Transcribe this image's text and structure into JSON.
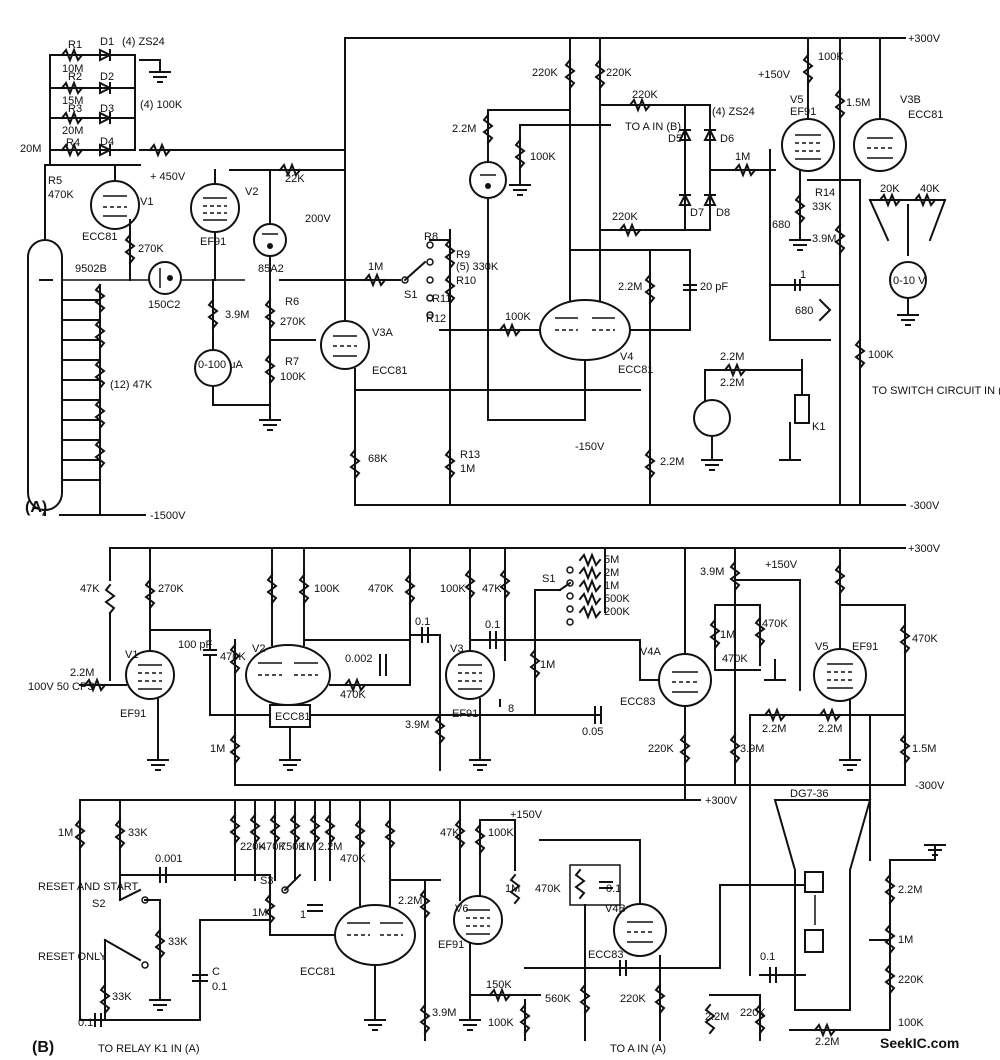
{
  "section_labels": {
    "a": "(A)",
    "b": "(B)"
  },
  "rails": {
    "a_plus300": "+300V",
    "a_minus300": "-300V",
    "a_minus1500": "-1500V",
    "a_plus450": "+ 450V",
    "a_plus150": "+150V",
    "a_minus150": "-150V",
    "b_plus300_top": "+300V",
    "b_minus300": "-300V",
    "b_plus300_low": "+300V",
    "b_plus150_top": "+150V",
    "b_plus150_low": "+150V"
  },
  "tubes": {
    "gm": "9502B",
    "v1_a": "V1",
    "v1_a_type": "ECC81",
    "v2_a": "V2",
    "v2_a_type": "EF91",
    "vr85": "85A2",
    "vr150": "150C2",
    "v3a": "V3A",
    "v3a_type": "ECC81",
    "v4_a": "V4",
    "v4_a_type": "ECC81",
    "v5_a": "V5",
    "v5_a_type": "EF91",
    "v3b": "V3B",
    "v3b_type": "ECC81",
    "v1_b": "V1",
    "v1_b_type": "EF91",
    "v2_b": "V2",
    "v2_b_type": "ECC81",
    "v3_b": "V3",
    "v3_b_type": "EF91",
    "v4a_b": "V4A",
    "v4a_b_type": "ECC83",
    "v5_b": "V5",
    "v5_b_type": "EF91",
    "v6_b": "V6",
    "v6_b_type": "EF91",
    "v4b_b": "V4B",
    "v4b_b_type": "ECC83",
    "ecc81_b": "ECC81",
    "crt": "DG7-36"
  },
  "a_labels": [
    "R1",
    "10M",
    "D1",
    "(4) ZS24",
    "R2",
    "15M",
    "D2",
    "R3",
    "20M",
    "D3",
    "(4) 100K",
    "20M",
    "R4",
    "D4",
    "R5",
    "470K",
    "22K",
    "200V",
    "270K",
    "(12) 47K",
    "3.9M",
    "0-100 μA",
    "R6",
    "270K",
    "R7",
    "100K",
    "1M",
    "S1",
    "R8",
    "R9",
    "R10",
    "R11",
    "R12",
    "(5) 330K",
    "68K",
    "R13",
    "1M",
    "2.2M",
    "100K",
    "220K",
    "220K",
    "TO A IN (B)",
    "220K",
    "(4) ZS24",
    "D5",
    "D6",
    "D7",
    "D8",
    "1M",
    "220K",
    "2.2M",
    "20 pF",
    "100K",
    "2.2M",
    "2.2M",
    "100K",
    "1.5M",
    "R14",
    "33K",
    "680",
    "3.9M",
    "20K",
    "40K",
    "0-10 V",
    "680",
    "2.2M",
    "K1",
    "100K",
    "TO SWITCH CIRCUIT IN (B)",
    "1"
  ],
  "b_labels": [
    "47K",
    "270K",
    "100 pF",
    "2.2M",
    "100V 50 CPS",
    "1M",
    "470K",
    "100K",
    "470K",
    "0.002",
    "470K",
    "0.1",
    "100K",
    "47K",
    "3.9M",
    "0.1",
    "1M",
    "8",
    "S1",
    "5M",
    "2M",
    "1M",
    "500K",
    "200K",
    "3.9M",
    "1M",
    "470K",
    "470K",
    "0.05",
    "220K",
    "3.9M",
    "2.2M",
    "2.2M",
    "1.5M",
    "470K"
  ],
  "c_labels": [
    "1M",
    "33K",
    "0.001",
    "RESET AND START",
    "S2",
    "33K",
    "RESET ONLY",
    "33K",
    "C",
    "0.1",
    "0.1",
    "TO RELAY K1 IN (A)",
    "220K",
    "470K",
    "750K",
    "1M",
    "2.2M",
    "470K",
    "S3",
    "1M",
    "2.2M",
    "1",
    "47K",
    "100K",
    "1M",
    "470K",
    "0.1",
    "3.9M",
    "150K",
    "100K",
    "560K",
    "220K",
    "TO A IN (A)",
    "2.2M",
    "220K",
    "0.1",
    "2.2M",
    "2.2M",
    "1M",
    "220K",
    "100K"
  ],
  "watermark": "SeekIC.com"
}
